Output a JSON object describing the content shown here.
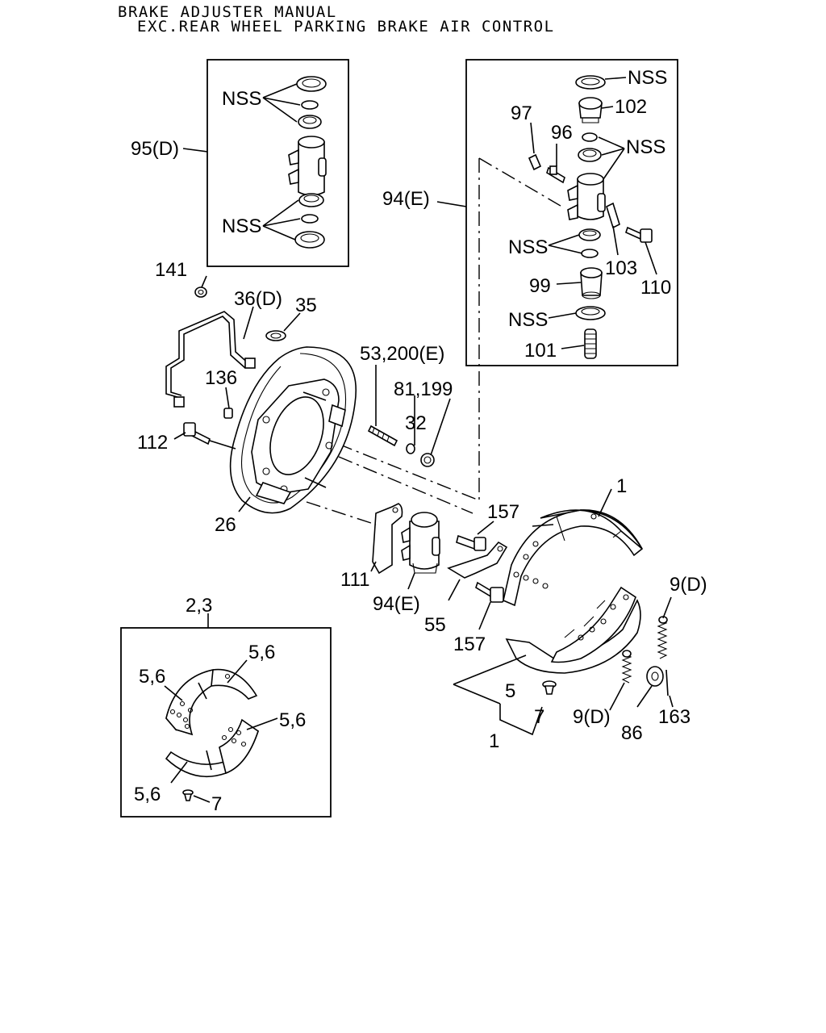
{
  "header": {
    "title": "BRAKE ADJUSTER MANUAL",
    "subtitle": "EXC.REAR WHEEL PARKING BRAKE AIR CONTROL"
  },
  "labels": {
    "nss_95_top": "NSS",
    "nss_95_bottom": "NSS",
    "p95": "95(D)",
    "nss_94_a": "NSS",
    "nss_94_b": "NSS",
    "nss_94_c": "NSS",
    "nss_94_d": "NSS",
    "p102": "102",
    "p97": "97",
    "p96": "96",
    "p94_top": "94(E)",
    "p103": "103",
    "p110": "110",
    "p99": "99",
    "p101": "101",
    "p141": "141",
    "p36": "36(D)",
    "p35": "35",
    "p53": "53,200(E)",
    "p81": "81,199",
    "p136": "136",
    "p32": "32",
    "p112": "112",
    "p26": "26",
    "p157_top": "157",
    "p1_top": "1",
    "p9_top": "9(D)",
    "p111": "111",
    "p94_bottom": "94(E)",
    "p55": "55",
    "p157_bottom": "157",
    "p23": "2,3",
    "p56_a": "5,6",
    "p56_b": "5,6",
    "p56_c": "5,6",
    "p56_d": "5,6",
    "p7_box": "7",
    "p5": "5",
    "p7": "7",
    "p1_bottom": "1",
    "p9_bottom": "9(D)",
    "p86": "86",
    "p163": "163"
  }
}
